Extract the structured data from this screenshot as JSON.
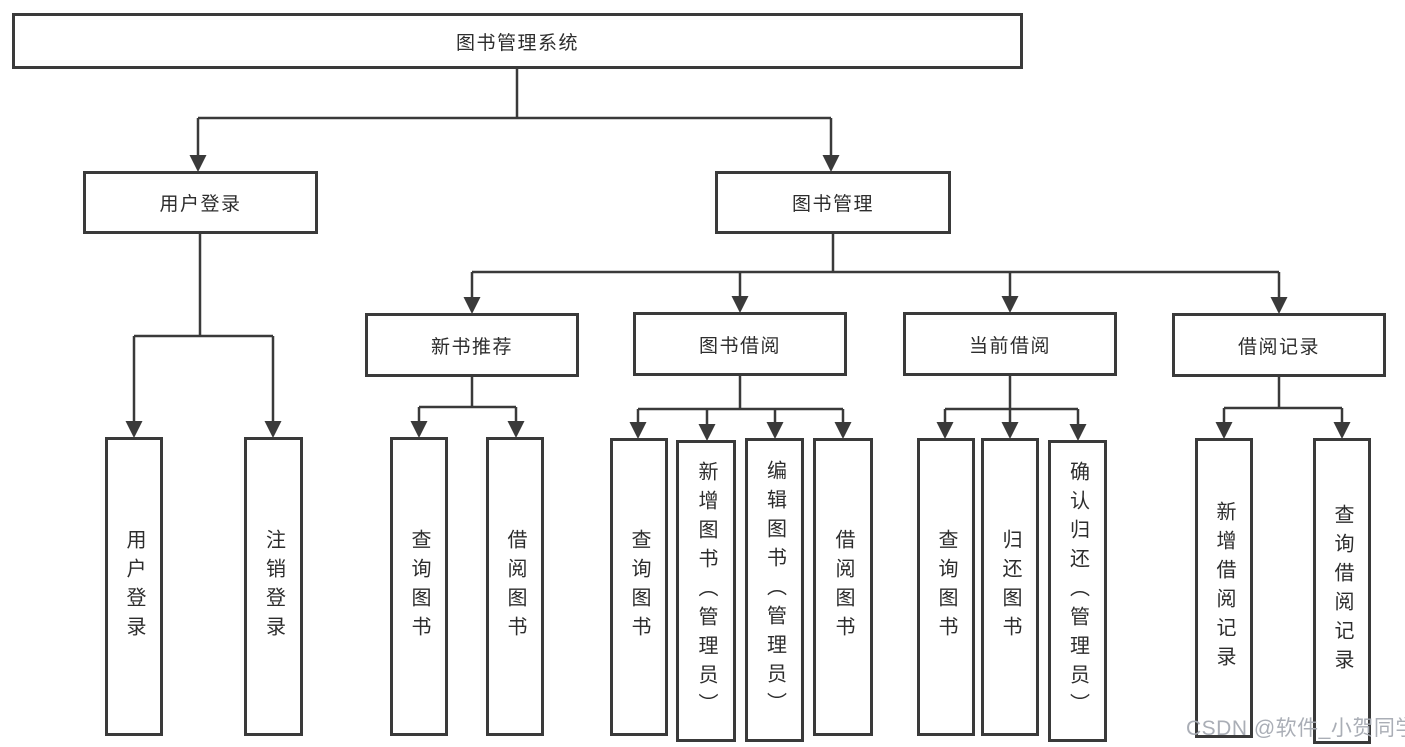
{
  "diagram_title": "图书管理系统",
  "nodes": {
    "root": {
      "label": "图书管理系统",
      "level": 1
    },
    "user_login": {
      "label": "用户登录",
      "level": 2
    },
    "book_mgmt": {
      "label": "图书管理",
      "level": 2
    },
    "new_book_rec": {
      "label": "新书推荐",
      "level": 3
    },
    "book_borrow": {
      "label": "图书借阅",
      "level": 3
    },
    "current_borrow": {
      "label": "当前借阅",
      "level": 3
    },
    "borrow_records": {
      "label": "借阅记录",
      "level": 3
    },
    "leaf_user_login": {
      "label": "用户登录",
      "level": 4
    },
    "leaf_logout": {
      "label": "注销登录",
      "level": 4
    },
    "leaf_nb_query": {
      "label": "查询图书",
      "level": 4
    },
    "leaf_nb_borrow": {
      "label": "借阅图书",
      "level": 4
    },
    "leaf_bb_query": {
      "label": "查询图书",
      "level": 4
    },
    "leaf_bb_add": {
      "label": "新增图书（管理员）",
      "level": 4
    },
    "leaf_bb_edit": {
      "label": "编辑图书（管理员）",
      "level": 4
    },
    "leaf_bb_borrow": {
      "label": "借阅图书",
      "level": 4
    },
    "leaf_cb_query": {
      "label": "查询图书",
      "level": 4
    },
    "leaf_cb_return": {
      "label": "归还图书",
      "level": 4
    },
    "leaf_cb_confirm": {
      "label": "确认归还（管理员）",
      "level": 4
    },
    "leaf_br_add": {
      "label": "新增借阅记录",
      "level": 4
    },
    "leaf_br_query": {
      "label": "查询借阅记录",
      "level": 4
    }
  },
  "edges": [
    {
      "from": "root",
      "to": [
        "user_login",
        "book_mgmt"
      ]
    },
    {
      "from": "user_login",
      "to": [
        "leaf_user_login",
        "leaf_logout"
      ]
    },
    {
      "from": "book_mgmt",
      "to": [
        "new_book_rec",
        "book_borrow",
        "current_borrow",
        "borrow_records"
      ]
    },
    {
      "from": "new_book_rec",
      "to": [
        "leaf_nb_query",
        "leaf_nb_borrow"
      ]
    },
    {
      "from": "book_borrow",
      "to": [
        "leaf_bb_query",
        "leaf_bb_add",
        "leaf_bb_edit",
        "leaf_bb_borrow"
      ]
    },
    {
      "from": "current_borrow",
      "to": [
        "leaf_cb_query",
        "leaf_cb_return",
        "leaf_cb_confirm"
      ]
    },
    {
      "from": "borrow_records",
      "to": [
        "leaf_br_add",
        "leaf_br_query"
      ]
    }
  ],
  "watermark": {
    "text": "CSDN @软件_小贺同学",
    "color": "#a5aab2"
  },
  "colors": {
    "background": "#ffffff",
    "line": "#3a3a3a",
    "box_border": "#3a3a3a",
    "text": "#2d2d2d"
  }
}
